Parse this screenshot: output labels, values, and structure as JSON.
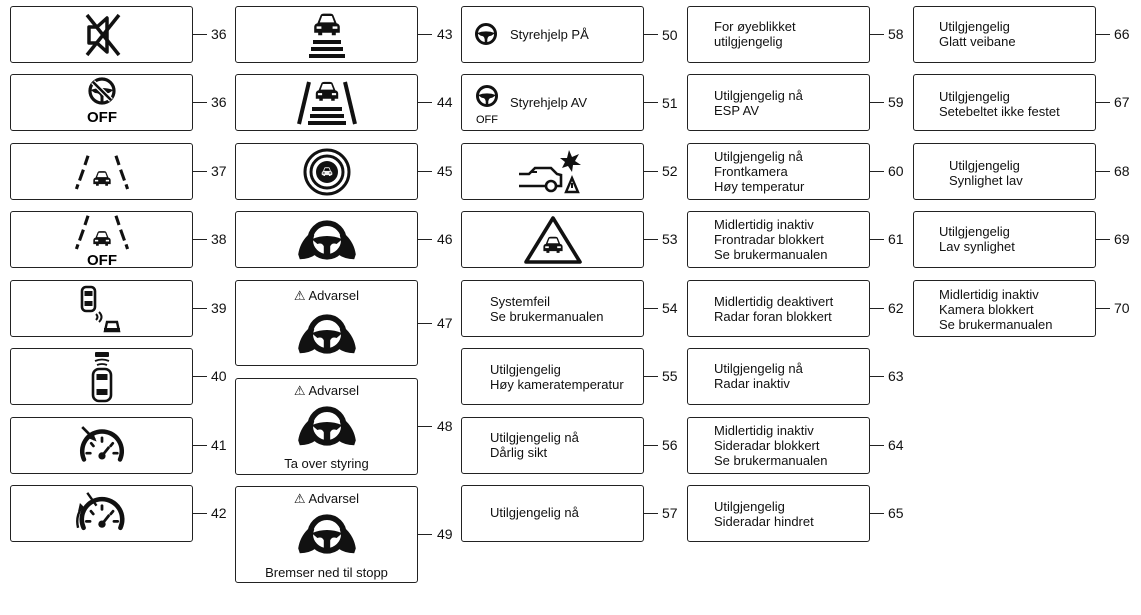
{
  "items": [
    {
      "ref": "36"
    },
    {
      "ref": "36",
      "off": "OFF"
    },
    {
      "ref": "37"
    },
    {
      "ref": "38",
      "off": "OFF"
    },
    {
      "ref": "39"
    },
    {
      "ref": "40"
    },
    {
      "ref": "41"
    },
    {
      "ref": "42"
    },
    {
      "ref": "43"
    },
    {
      "ref": "44"
    },
    {
      "ref": "45"
    },
    {
      "ref": "46"
    },
    {
      "ref": "47",
      "warning": "⚠ Advarsel"
    },
    {
      "ref": "48",
      "warning": "⚠ Advarsel",
      "caption": "Ta over styring"
    },
    {
      "ref": "49",
      "warning": "⚠ Advarsel",
      "caption": "Bremser ned til stopp"
    },
    {
      "ref": "50",
      "text": "Styrehjelp PÅ"
    },
    {
      "ref": "51",
      "text": "Styrehjelp AV",
      "off": "OFF"
    },
    {
      "ref": "52"
    },
    {
      "ref": "53"
    },
    {
      "ref": "54",
      "text": "Systemfeil\nSe brukermanualen"
    },
    {
      "ref": "55",
      "text": "Utilgjengelig\nHøy kameratemperatur"
    },
    {
      "ref": "56",
      "text": "Utilgjengelig nå\nDårlig sikt"
    },
    {
      "ref": "57",
      "text": "Utilgjengelig nå"
    },
    {
      "ref": "58",
      "text": "For øyeblikket\nutilgjengelig"
    },
    {
      "ref": "59",
      "text": "Utilgjengelig nå\nESP AV"
    },
    {
      "ref": "60",
      "text": "Utilgjengelig nå\nFrontkamera\nHøy temperatur"
    },
    {
      "ref": "61",
      "text": "Midlertidig inaktiv\nFrontradar blokkert\nSe brukermanualen"
    },
    {
      "ref": "62",
      "text": "Midlertidig deaktivert\nRadar foran blokkert"
    },
    {
      "ref": "63",
      "text": "Utilgjengelig nå\nRadar inaktiv"
    },
    {
      "ref": "64",
      "text": "Midlertidig inaktiv\nSideradar blokkert\nSe brukermanualen"
    },
    {
      "ref": "65",
      "text": "Utilgjengelig\nSideradar hindret"
    },
    {
      "ref": "66",
      "text": "Utilgjengelig\nGlatt veibane"
    },
    {
      "ref": "67",
      "text": "Utilgjengelig\nSetebeltet ikke festet"
    },
    {
      "ref": "68",
      "text": "Utilgjengelig\nSynlighet lav"
    },
    {
      "ref": "69",
      "text": "Utilgjengelig\nLav synlighet"
    },
    {
      "ref": "70",
      "text": "Midlertidig inaktiv\nKamera blokkert\nSe brukermanualen"
    }
  ]
}
